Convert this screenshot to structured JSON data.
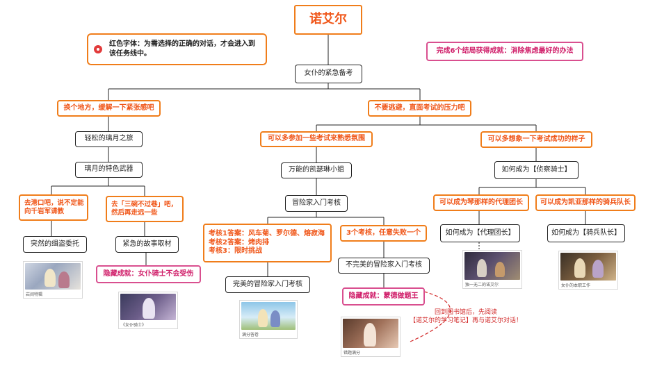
{
  "root": "诺艾尔",
  "note": "红色字体：为需选择的正确的对话，才会进入到该任务线中。",
  "achievement_note": "完成6个结局获得成就：消除焦虑最好的办法",
  "level1": "女仆的紧急备考",
  "left_branch": {
    "choice": "换个地方，缓解一下紧张感吧",
    "node1": "轻松的璃月之旅",
    "node2": "璃月的特色武器",
    "choice_a": "去港口吧，说不定能向千岩军请教",
    "node_a": "突然的缉盗委托",
    "choice_b": "去「三碗不过巷」吧，然后再走远一些",
    "node_b": "紧急的故事取材",
    "hidden_b": "隐藏成就：女仆骑士不会受伤",
    "thumb_a_caption": "岩间特辑",
    "thumb_b_caption": "《女仆骑士》"
  },
  "right_branch": {
    "choice": "不要逃避，直面考试的压力吧",
    "mid": {
      "choice": "可以多参加一些考试来熟悉氛围",
      "node1": "万能的凯瑟琳小姐",
      "node2": "冒险家入门考核",
      "answers": [
        "考核1答案：风车菊、罗尔德、熔寂海",
        "考核2答案：烤肉排",
        "考核3：限时挑战"
      ],
      "good_end": "完美的冒险家入门考核",
      "fail_choice": "3个考核，任意失败一个",
      "bad_end": "不完美的冒险家入门考核",
      "hidden": "隐藏成就：蒙德做题王",
      "thumb_good_caption": "满分答卷",
      "thumb_bad_caption": "错题满分",
      "red_hint_line1": "回到图书馆后，先阅读",
      "red_hint_line2": "【诺艾尔的学习笔记】再与诺艾尔对话！"
    },
    "far": {
      "choice": "可以多想象一下考试成功的样子",
      "node1": "如何成为【侦察骑士】",
      "choice_a": "可以成为琴那样的代理团长",
      "node_a": "如何成为【代理团长】",
      "choice_b": "可以成为凯亚那样的骑兵队长",
      "node_b": "如何成为【骑兵队长】",
      "thumb_a_caption": "独一无二的诺艾尔",
      "thumb_b_caption": "女仆的本职工作"
    }
  },
  "colors": {
    "line": "#222222",
    "orange": "#f07d1a",
    "pink": "#d94f8f",
    "red": "#d22a2a"
  }
}
